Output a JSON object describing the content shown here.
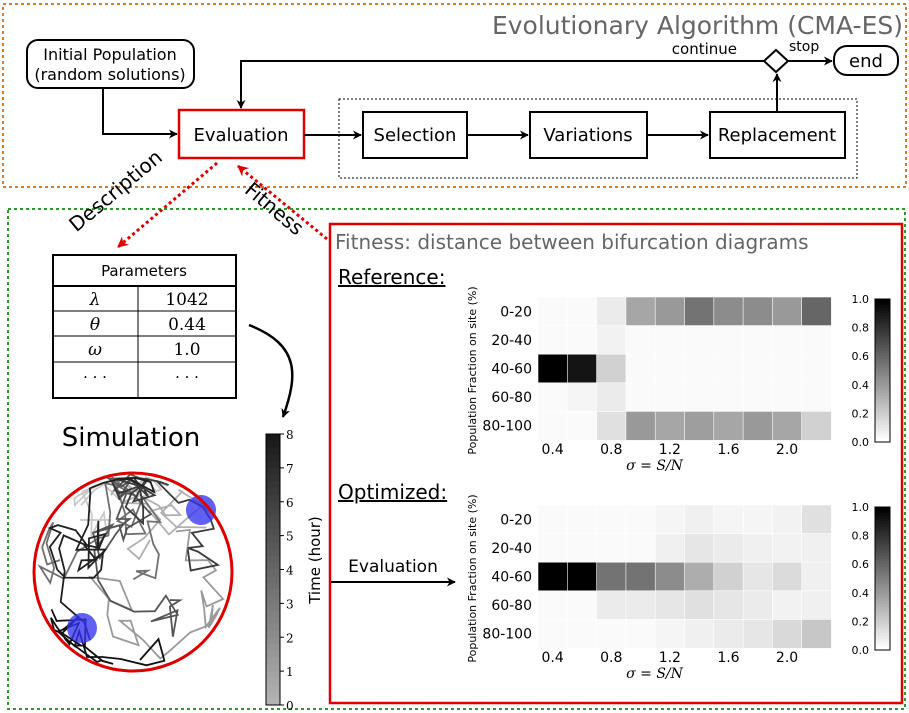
{
  "ea": {
    "title": "Evolutionary Algorithm (CMA-ES)",
    "initial_line1": "Initial Population",
    "initial_line2": "(random solutions)",
    "evaluation": "Evaluation",
    "selection": "Selection",
    "variations": "Variations",
    "replacement": "Replacement",
    "continue": "continue",
    "stop": "stop",
    "end": "end"
  },
  "links": {
    "description": "Description",
    "fitness": "Fitness"
  },
  "params": {
    "header": "Parameters",
    "rows": [
      {
        "sym": "λ",
        "val": "1042"
      },
      {
        "sym": "θ",
        "val": "0.44"
      },
      {
        "sym": "ω",
        "val": "1.0"
      },
      {
        "sym": "· · ·",
        "val": "· · ·"
      }
    ]
  },
  "simulation": {
    "title": "Simulation",
    "time_label": "Time (hour)",
    "time_ticks": [
      "0",
      "1",
      "2",
      "3",
      "4",
      "5",
      "6",
      "7",
      "8"
    ],
    "evaluation_arrow": "Evaluation"
  },
  "fitness_panel": {
    "title": "Fitness: distance between bifurcation diagrams",
    "reference_label": "Reference:",
    "optimized_label": "Optimized:"
  },
  "chart_data": [
    {
      "type": "heatmap",
      "name": "reference",
      "ylabel": "Population Fraction on site (%)",
      "xlabel": "σ = S/N",
      "rows": [
        "0-20",
        "20-40",
        "40-60",
        "60-80",
        "80-100"
      ],
      "xticks": [
        "0.4",
        "0.8",
        "1.2",
        "1.6",
        "2.0"
      ],
      "colorbar_ticks": [
        "0.0",
        "0.2",
        "0.4",
        "0.6",
        "0.8",
        "1.0"
      ],
      "values": [
        [
          0.02,
          0.02,
          0.08,
          0.35,
          0.4,
          0.55,
          0.45,
          0.45,
          0.4,
          0.6
        ],
        [
          0.02,
          0.02,
          0.05,
          0.02,
          0.02,
          0.02,
          0.02,
          0.02,
          0.02,
          0.02
        ],
        [
          1.0,
          0.92,
          0.18,
          0.02,
          0.02,
          0.02,
          0.02,
          0.02,
          0.02,
          0.02
        ],
        [
          0.02,
          0.04,
          0.08,
          0.02,
          0.02,
          0.02,
          0.02,
          0.02,
          0.02,
          0.02
        ],
        [
          0.02,
          0.02,
          0.12,
          0.4,
          0.35,
          0.38,
          0.35,
          0.4,
          0.35,
          0.18
        ]
      ]
    },
    {
      "type": "heatmap",
      "name": "optimized",
      "ylabel": "Population Fraction on site (%)",
      "xlabel": "σ = S/N",
      "rows": [
        "0-20",
        "20-40",
        "40-60",
        "60-80",
        "80-100"
      ],
      "xticks": [
        "0.4",
        "0.8",
        "1.2",
        "1.6",
        "2.0"
      ],
      "colorbar_ticks": [
        "0.0",
        "0.2",
        "0.4",
        "0.6",
        "0.8",
        "1.0"
      ],
      "values": [
        [
          0.02,
          0.02,
          0.02,
          0.02,
          0.04,
          0.06,
          0.04,
          0.04,
          0.05,
          0.12
        ],
        [
          0.02,
          0.02,
          0.02,
          0.02,
          0.06,
          0.1,
          0.08,
          0.06,
          0.05,
          0.06
        ],
        [
          1.0,
          1.0,
          0.55,
          0.55,
          0.45,
          0.32,
          0.18,
          0.1,
          0.14,
          0.06
        ],
        [
          0.02,
          0.02,
          0.08,
          0.08,
          0.1,
          0.12,
          0.1,
          0.08,
          0.05,
          0.06
        ],
        [
          0.02,
          0.02,
          0.02,
          0.02,
          0.04,
          0.06,
          0.08,
          0.1,
          0.15,
          0.22
        ]
      ]
    }
  ]
}
